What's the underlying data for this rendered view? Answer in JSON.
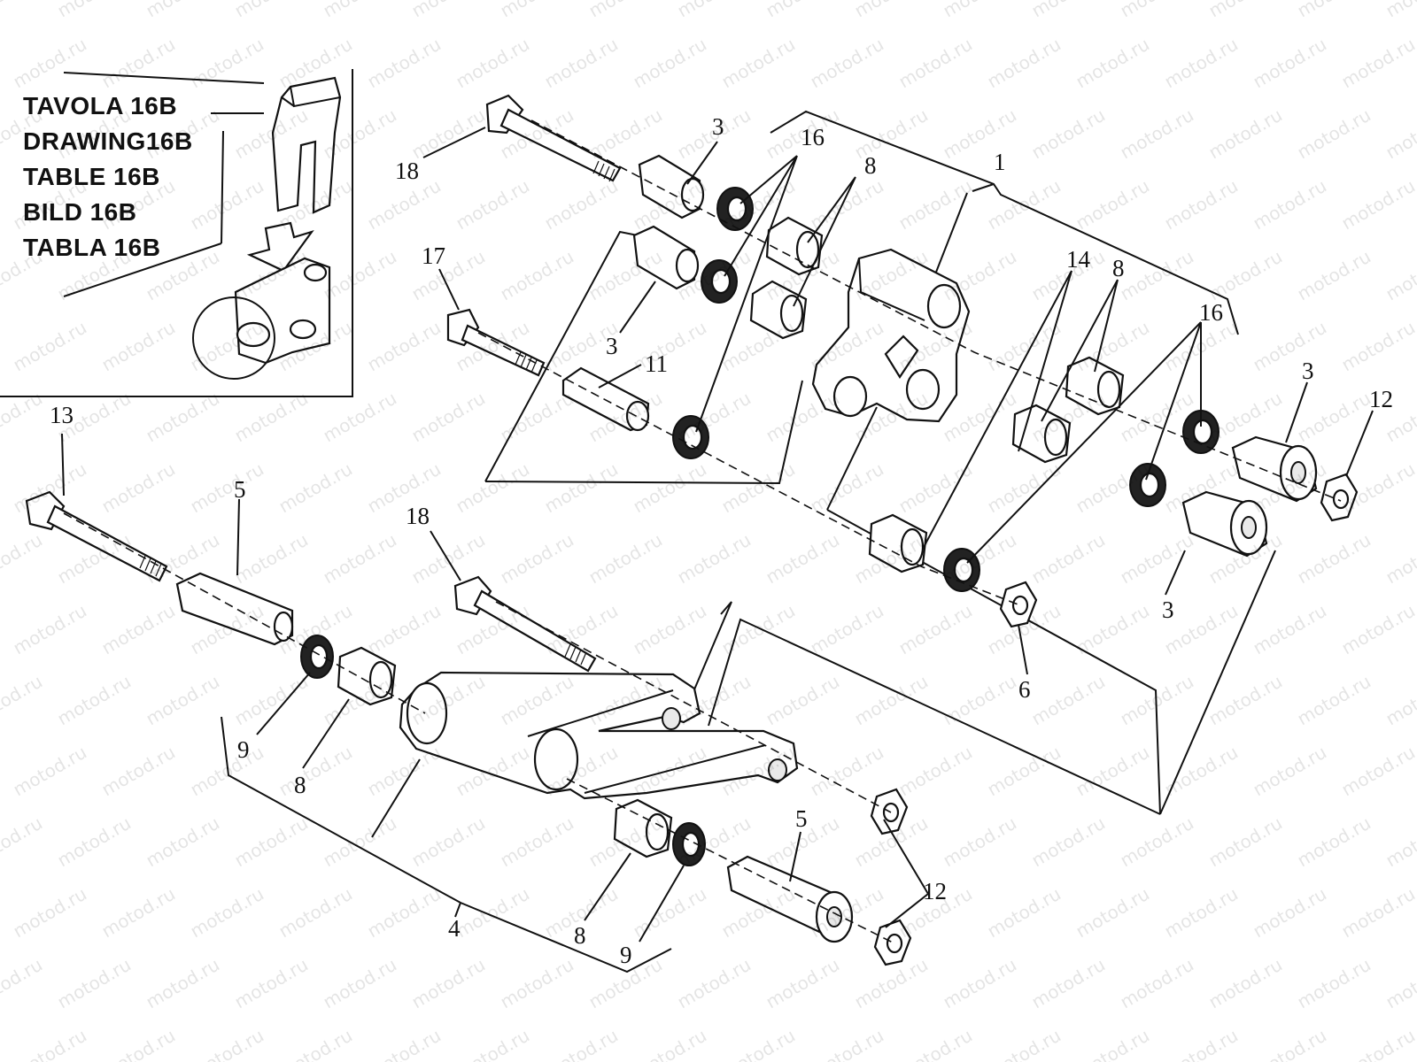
{
  "legend": {
    "rows": [
      {
        "word": "TAVOLA",
        "code": "16B"
      },
      {
        "word": "DRAWING",
        "code": "16B"
      },
      {
        "word": "TABLE",
        "code": "16B"
      },
      {
        "word": "BILD",
        "code": "16B"
      },
      {
        "word": "TABLA",
        "code": "16B"
      }
    ]
  },
  "watermark": "motod.ru",
  "callouts": {
    "c1": "1",
    "c3a": "3",
    "c3b": "3",
    "c3c": "3",
    "c3d": "3",
    "c4": "4",
    "c5a": "5",
    "c5b": "5",
    "c6": "6",
    "c8a": "8",
    "c8b": "8",
    "c8c": "8",
    "c8d": "8",
    "c9a": "9",
    "c9b": "9",
    "c11": "11",
    "c12a": "12",
    "c12b": "12",
    "c13": "13",
    "c14": "14",
    "c16a": "16",
    "c16b": "16",
    "c17": "17",
    "c18a": "18",
    "c18b": "18"
  },
  "icons": [
    "bolt-icon",
    "bushing-icon",
    "bearing-icon",
    "nut-icon",
    "rocker-icon",
    "linkage-icon",
    "arrow-icon"
  ]
}
